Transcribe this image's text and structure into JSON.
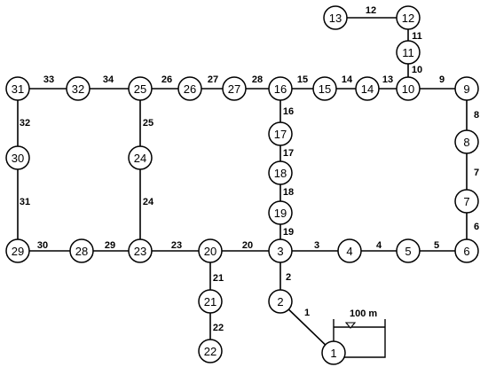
{
  "diagram": {
    "reservoir": {
      "head_label": "100 m",
      "node": "1"
    },
    "nodes": [
      "1",
      "2",
      "3",
      "4",
      "5",
      "6",
      "7",
      "8",
      "9",
      "10",
      "11",
      "12",
      "13",
      "14",
      "15",
      "16",
      "17",
      "18",
      "19",
      "20",
      "21",
      "22",
      "23",
      "24",
      "25",
      "26",
      "27",
      "28",
      "29",
      "30",
      "31",
      "32"
    ],
    "pipes": [
      {
        "id": "1",
        "from": "1",
        "to": "2"
      },
      {
        "id": "2",
        "from": "2",
        "to": "3"
      },
      {
        "id": "3",
        "from": "3",
        "to": "4"
      },
      {
        "id": "4",
        "from": "4",
        "to": "5"
      },
      {
        "id": "5",
        "from": "5",
        "to": "6"
      },
      {
        "id": "6",
        "from": "6",
        "to": "7"
      },
      {
        "id": "7",
        "from": "7",
        "to": "8"
      },
      {
        "id": "8",
        "from": "8",
        "to": "9"
      },
      {
        "id": "9",
        "from": "9",
        "to": "10"
      },
      {
        "id": "10",
        "from": "10",
        "to": "11"
      },
      {
        "id": "11",
        "from": "11",
        "to": "12"
      },
      {
        "id": "12",
        "from": "12",
        "to": "13"
      },
      {
        "id": "13",
        "from": "10",
        "to": "14"
      },
      {
        "id": "14",
        "from": "14",
        "to": "15"
      },
      {
        "id": "15",
        "from": "15",
        "to": "16"
      },
      {
        "id": "16",
        "from": "16",
        "to": "17"
      },
      {
        "id": "17",
        "from": "17",
        "to": "18"
      },
      {
        "id": "18",
        "from": "18",
        "to": "19"
      },
      {
        "id": "19",
        "from": "19",
        "to": "3"
      },
      {
        "id": "20",
        "from": "3",
        "to": "20"
      },
      {
        "id": "21",
        "from": "20",
        "to": "21"
      },
      {
        "id": "22",
        "from": "21",
        "to": "22"
      },
      {
        "id": "23",
        "from": "20",
        "to": "23"
      },
      {
        "id": "24",
        "from": "23",
        "to": "24"
      },
      {
        "id": "25",
        "from": "24",
        "to": "25"
      },
      {
        "id": "26",
        "from": "25",
        "to": "26"
      },
      {
        "id": "27",
        "from": "26",
        "to": "27"
      },
      {
        "id": "28",
        "from": "27",
        "to": "16"
      },
      {
        "id": "29",
        "from": "23",
        "to": "28"
      },
      {
        "id": "30",
        "from": "28",
        "to": "29"
      },
      {
        "id": "31",
        "from": "29",
        "to": "30"
      },
      {
        "id": "32",
        "from": "30",
        "to": "31"
      },
      {
        "id": "33",
        "from": "31",
        "to": "32"
      },
      {
        "id": "34",
        "from": "32",
        "to": "25"
      }
    ]
  }
}
